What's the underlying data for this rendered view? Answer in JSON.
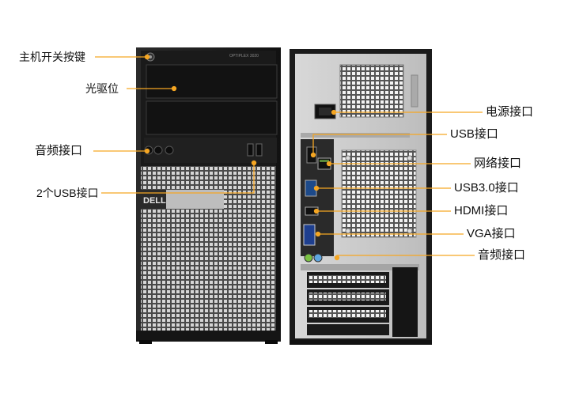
{
  "front_labels": {
    "power_button": "主机开关按键",
    "optical_drive": "光驱位",
    "audio_front": "音频接口",
    "usb_front": "2个USB接口"
  },
  "rear_labels": {
    "power_socket": "电源接口",
    "usb_rear": "USB接口",
    "network": "网络接口",
    "usb3": "USB3.0接口",
    "hdmi": "HDMI接口",
    "vga": "VGA接口",
    "audio_rear": "音频接口"
  },
  "logo": {
    "brand": "DELL",
    "model": "OPTIPLEX 3020"
  },
  "colors": {
    "leader_line": "#f5a623",
    "case_dark": "#1e1e1e",
    "mesh": "#8a8a8a",
    "back_panel": "#c9c9c9"
  }
}
